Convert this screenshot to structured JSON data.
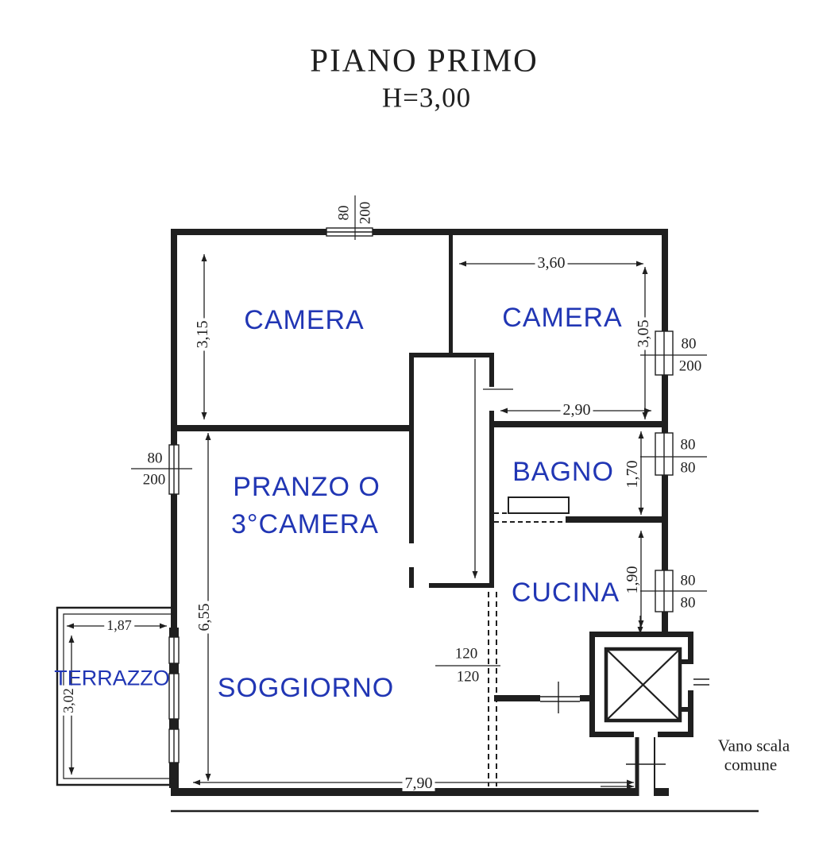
{
  "title": {
    "main": "PIANO PRIMO",
    "height_note": "H=3,00"
  },
  "colors": {
    "room_label": "#2136b4",
    "line": "#1f1f1f",
    "background": "#ffffff"
  },
  "rooms": {
    "camera_left": "CAMERA",
    "camera_right": "CAMERA",
    "pranzo_line1": "PRANZO O",
    "pranzo_line2": "3°CAMERA",
    "bagno": "BAGNO",
    "cucina": "CUCINA",
    "soggiorno": "SOGGIORNO",
    "terrazzo": "TERRAZZO"
  },
  "stairwell": {
    "label_line1": "Vano scala",
    "label_line2": "comune"
  },
  "dimensions": {
    "camera_right_width": "3,60",
    "camera_right_depth": "3,05",
    "camera_left_depth": "3,15",
    "bagno_width": "2,90",
    "bagno_depth": "1,70",
    "cucina_depth": "1,90",
    "living_depth": "6,55",
    "terrace_width": "1,87",
    "terrace_depth": "3,02",
    "apartment_width": "7,90"
  },
  "openings": {
    "top_window": {
      "w": "80",
      "h": "200"
    },
    "left_window": {
      "w": "80",
      "h": "200"
    },
    "camera_right_window": {
      "w": "80",
      "h": "200"
    },
    "bagno_window": {
      "w": "80",
      "h": "80"
    },
    "cucina_window": {
      "w": "80",
      "h": "80"
    },
    "passage": {
      "w": "120",
      "h": "120"
    }
  }
}
